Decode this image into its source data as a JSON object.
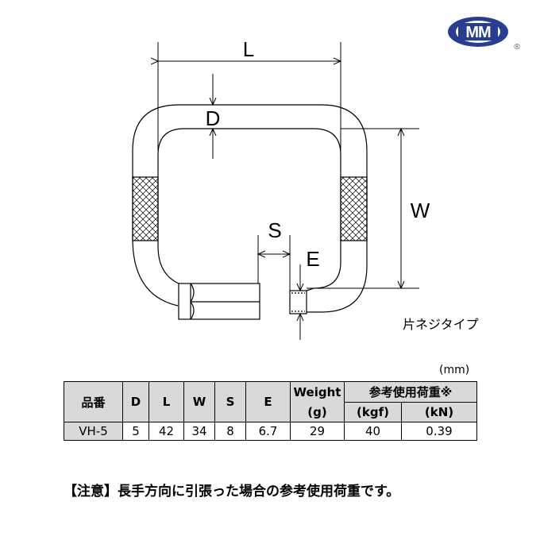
{
  "logo": {
    "text": "MM",
    "registered": "®",
    "color": "#2a3e91"
  },
  "diagram": {
    "labels": {
      "L": "L",
      "D": "D",
      "W": "W",
      "S": "S",
      "E": "E"
    },
    "type_label": "片ネジタイプ"
  },
  "table": {
    "unit": "(mm)",
    "headers": {
      "part": "品番",
      "D": "D",
      "L": "L",
      "W": "W",
      "S": "S",
      "E": "E",
      "weight": "Weight",
      "weight_unit": "(g)",
      "load": "参考使用荷重※",
      "kgf": "(kgf)",
      "kn": "(kN)"
    },
    "rows": [
      {
        "part": "VH-5",
        "D": "5",
        "L": "42",
        "W": "34",
        "S": "8",
        "E": "6.7",
        "weight": "29",
        "kgf": "40",
        "kn": "0.39"
      }
    ]
  },
  "note": "【注意】長手方向に引張った場合の参考使用荷重です。"
}
